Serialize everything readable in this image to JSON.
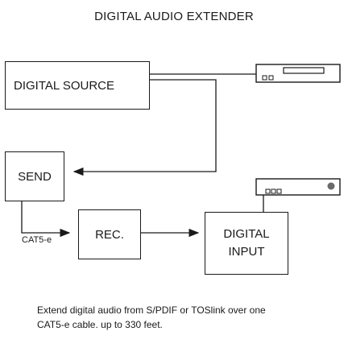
{
  "title": "DIGITAL AUDIO EXTENDER",
  "nodes": {
    "source": "DIGITAL SOURCE",
    "send": "SEND",
    "rec": "REC.",
    "input_line1": "DIGITAL",
    "input_line2": "INPUT"
  },
  "cable_label": "CAT5-e",
  "note_line1": "Extend digital audio from S/PDIF or TOSlink over one",
  "note_line2": "CAT5-e cable. up to 330 feet.",
  "devices": [
    "source-device-icon",
    "receiver-device-icon"
  ]
}
